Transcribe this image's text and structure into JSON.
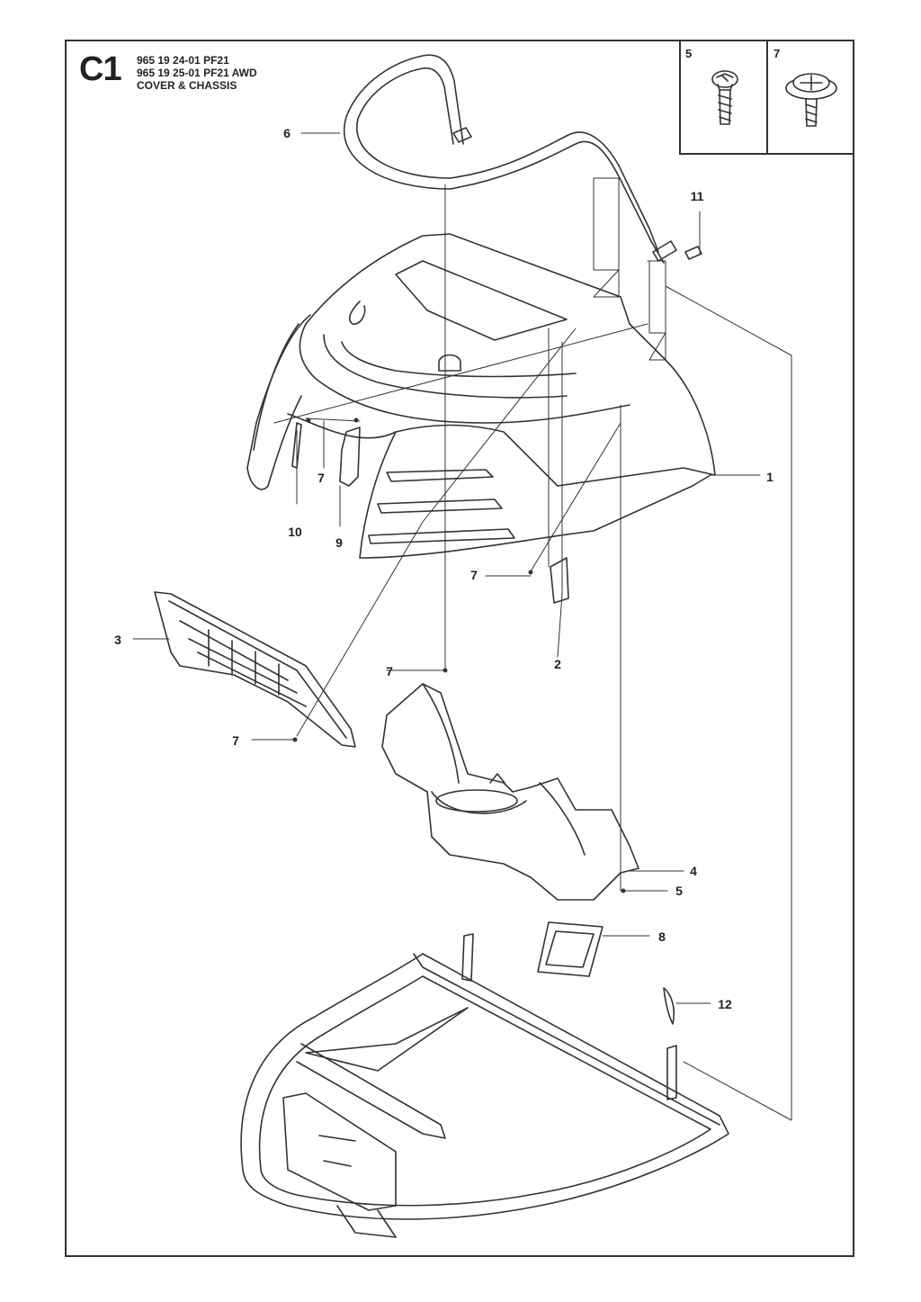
{
  "header": {
    "sheet_code": "C1",
    "lines": [
      "965 19 24-01 PF21",
      "965 19 25-01 PF21 AWD",
      "COVER & CHASSIS"
    ]
  },
  "inset": {
    "left_label": "5",
    "right_label": "7",
    "left_icon": "screw-icon",
    "right_icon": "washer-head-screw-icon"
  },
  "callouts": [
    {
      "id": "part-1",
      "label": "1"
    },
    {
      "id": "part-2",
      "label": "2"
    },
    {
      "id": "part-3",
      "label": "3"
    },
    {
      "id": "part-4",
      "label": "4"
    },
    {
      "id": "part-5",
      "label": "5"
    },
    {
      "id": "part-6",
      "label": "6"
    },
    {
      "id": "part-7a",
      "label": "7"
    },
    {
      "id": "part-7b",
      "label": "7"
    },
    {
      "id": "part-7c",
      "label": "7"
    },
    {
      "id": "part-7d",
      "label": "7"
    },
    {
      "id": "part-8",
      "label": "8"
    },
    {
      "id": "part-9",
      "label": "9"
    },
    {
      "id": "part-10",
      "label": "10"
    },
    {
      "id": "part-11",
      "label": "11"
    },
    {
      "id": "part-12",
      "label": "12"
    }
  ]
}
